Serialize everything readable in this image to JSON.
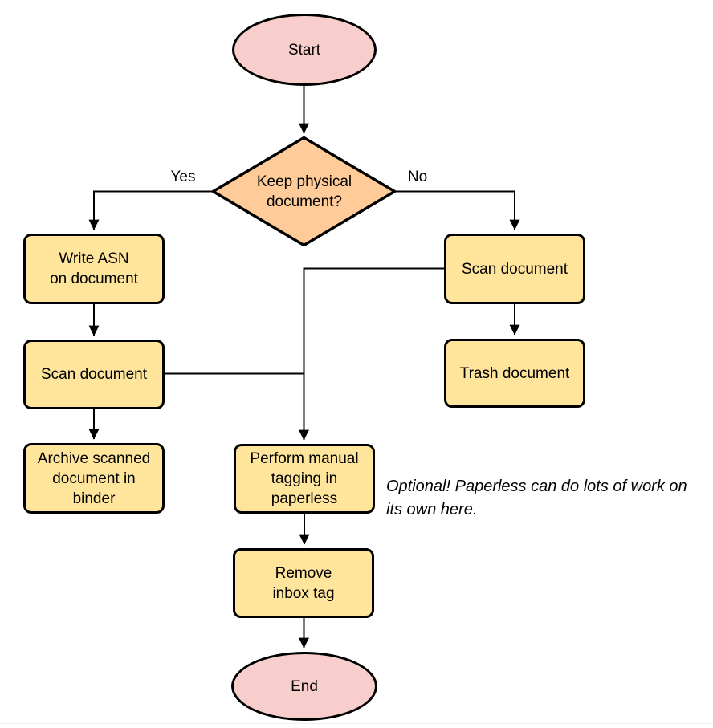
{
  "colors": {
    "terminal_fill": "#f8cecc",
    "decision_fill": "#ffcc99",
    "process_fill": "#ffe49c",
    "stroke": "#000000",
    "text": "#000000",
    "page_edge_line": "#efefef"
  },
  "flowchart": {
    "nodes": {
      "start": {
        "type": "terminal",
        "label": "Start"
      },
      "decision_keep_physical": {
        "type": "decision",
        "label": [
          "Keep physical",
          "document?"
        ]
      },
      "write_asn": {
        "type": "process",
        "label": [
          "Write ASN",
          "on document"
        ]
      },
      "scan_document_left": {
        "type": "process",
        "label": "Scan document"
      },
      "archive_binder": {
        "type": "process",
        "label": [
          "Archive scanned",
          "document in",
          "binder"
        ]
      },
      "scan_document_right": {
        "type": "process",
        "label": "Scan document"
      },
      "trash_document": {
        "type": "process",
        "label": "Trash document"
      },
      "perform_tagging": {
        "type": "process",
        "label": [
          "Perform manual",
          "tagging in",
          "paperless"
        ]
      },
      "remove_inbox_tag": {
        "type": "process",
        "label": [
          "Remove",
          "inbox tag"
        ]
      },
      "end": {
        "type": "terminal",
        "label": "End"
      }
    },
    "edge_labels": {
      "yes": "Yes",
      "no": "No"
    },
    "annotation": [
      "Optional! Paperless can do lots of work on",
      "its own here."
    ]
  }
}
